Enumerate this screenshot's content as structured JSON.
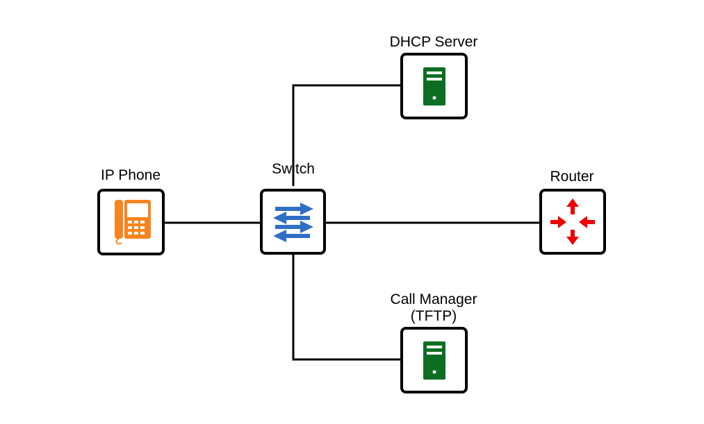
{
  "diagram": {
    "colors": {
      "phone": "#f7841e",
      "switch": "#2f6fc4",
      "router": "#ee0000",
      "server": "#0d6e23",
      "line": "#000000"
    },
    "nodes": {
      "dhcp": {
        "label": "DHCP Server",
        "icon": "server-icon"
      },
      "phone": {
        "label": "IP Phone",
        "icon": "phone-icon"
      },
      "switch": {
        "label": "Switch",
        "icon": "switch-icon"
      },
      "router": {
        "label": "Router",
        "icon": "router-icon"
      },
      "callmanager": {
        "label_line1": "Call Manager",
        "label_line2": "(TFTP)",
        "icon": "server-icon"
      }
    }
  }
}
